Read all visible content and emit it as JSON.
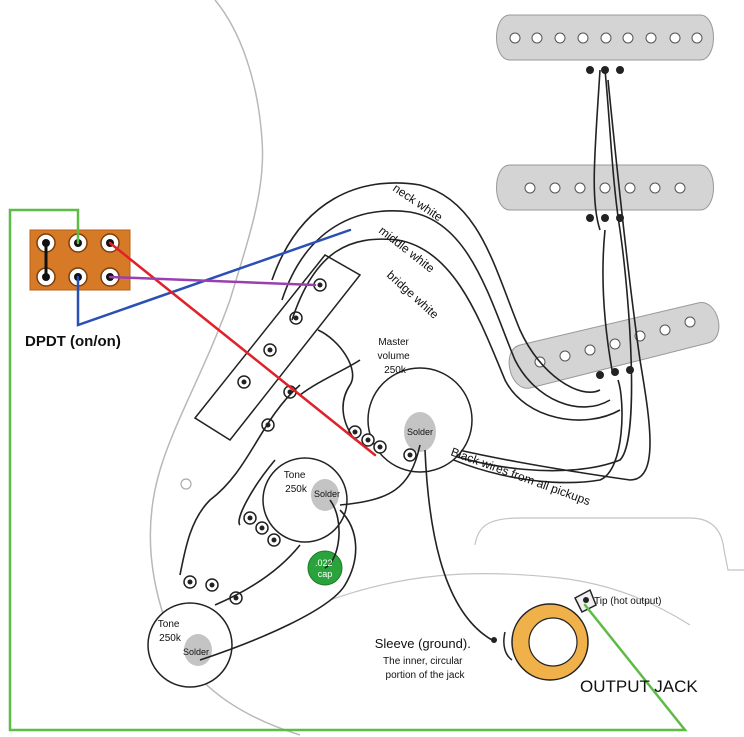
{
  "labels": {
    "dpdt": "DPDT (on/on)",
    "neck_white": "neck white",
    "middle_white": "middle white",
    "bridge_white": "bridge white",
    "master_volume": [
      "Master",
      "volume",
      "250k"
    ],
    "solder": "Solder",
    "black_wires": "Black wires from all pickups",
    "tone_top": [
      "Tone",
      "250k"
    ],
    "tone_bottom": [
      "Tone",
      "250k"
    ],
    "cap": [
      ".022",
      "cap"
    ],
    "tip": "Tip (hot output)",
    "sleeve": [
      "Sleeve (ground).",
      "The inner, circular",
      "portion of the jack"
    ],
    "output_jack": "OUTPUT JACK"
  },
  "colors": {
    "green_wire": "#5dbb46",
    "blue_wire": "#2a4fb5",
    "red_wire": "#e0202a",
    "purple_wire": "#9b3fb0",
    "dpdt_body": "#d77a28",
    "pickup": "#d4d4d4",
    "cap": "#2aa33c",
    "jack_ring": "#f0b14a"
  }
}
